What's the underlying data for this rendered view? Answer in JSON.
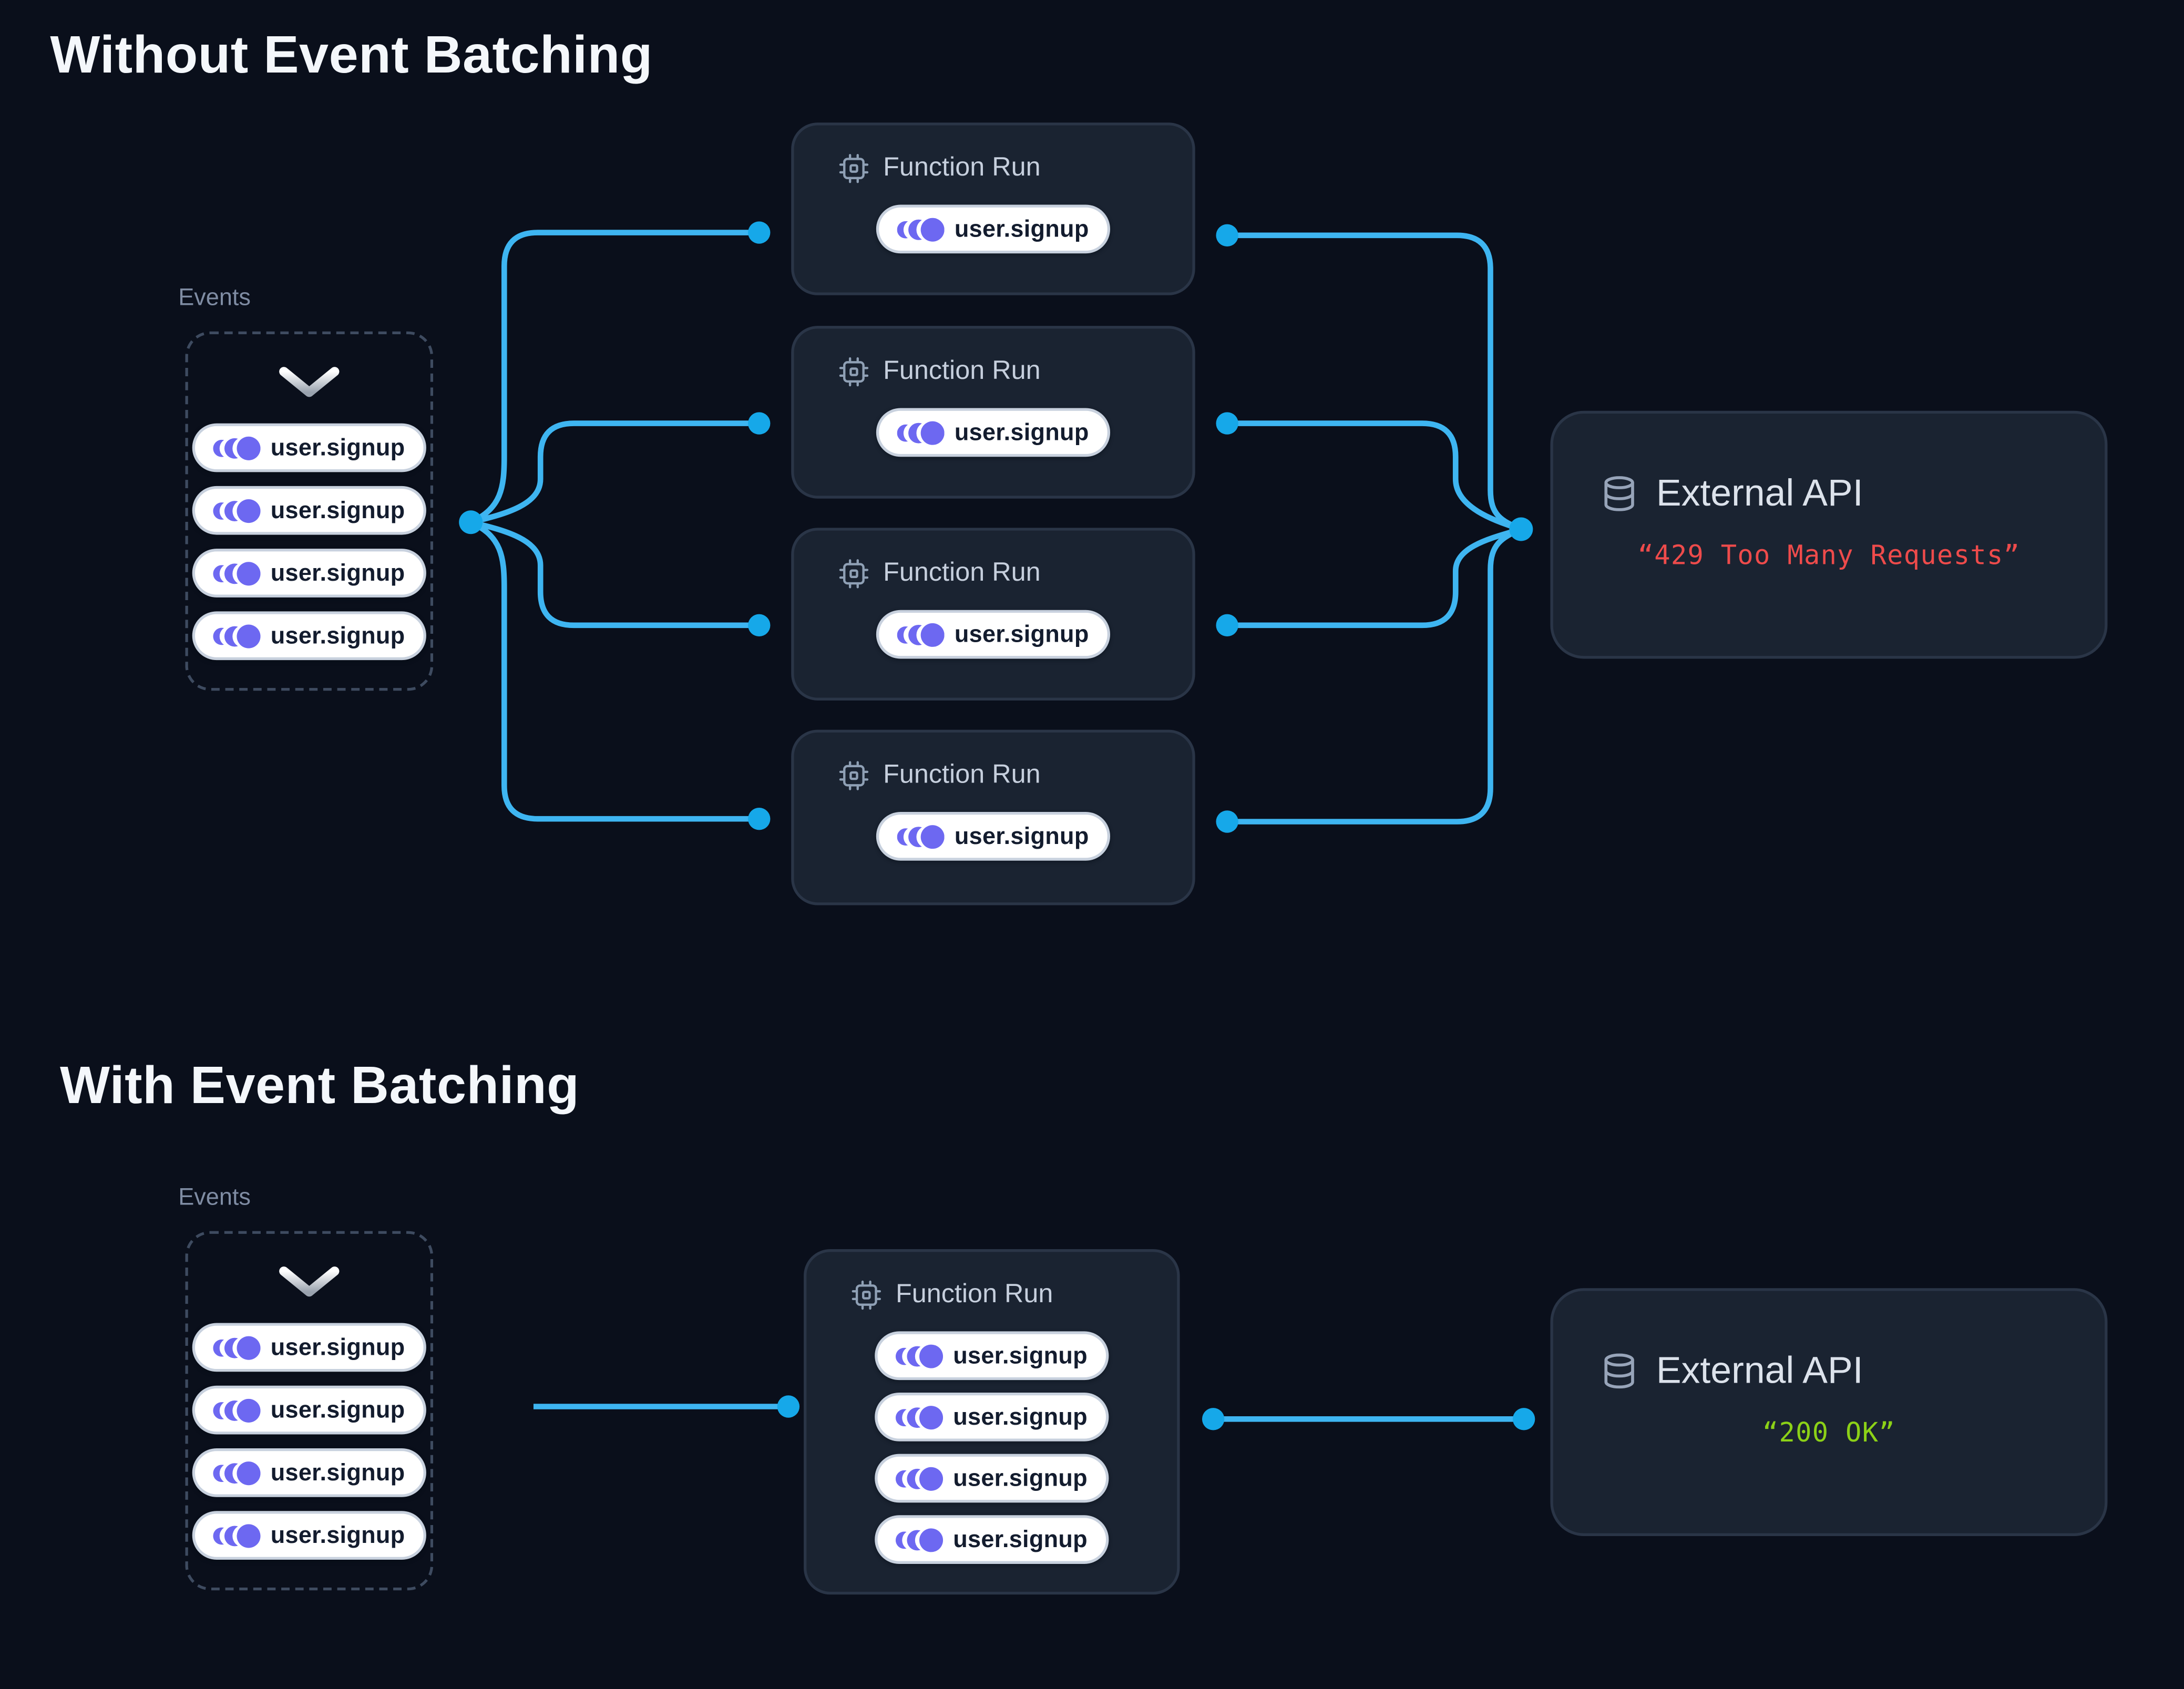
{
  "colors": {
    "background": "#0a0f1b",
    "card_background": "#1a2331",
    "card_border": "#2a3547",
    "connector_line": "#3eb5f1",
    "connector_dot": "#16a8e9",
    "event_icon_indigo": "#6d68f1",
    "pill_background": "#ffffff",
    "pill_text": "#131c2e",
    "error_status": "#ee4b4b",
    "success_status": "#8cd117"
  },
  "sections": [
    {
      "title": "Without Event Batching",
      "events_label": "Events",
      "event_pills": [
        "user.signup",
        "user.signup",
        "user.signup",
        "user.signup"
      ],
      "function_runs": [
        {
          "label": "Function Run",
          "pills": [
            "user.signup"
          ]
        },
        {
          "label": "Function Run",
          "pills": [
            "user.signup"
          ]
        },
        {
          "label": "Function Run",
          "pills": [
            "user.signup"
          ]
        },
        {
          "label": "Function Run",
          "pills": [
            "user.signup"
          ]
        }
      ],
      "external_api": {
        "label": "External API",
        "status": "“429 Too Many Requests”"
      }
    },
    {
      "title": "With Event Batching",
      "events_label": "Events",
      "event_pills": [
        "user.signup",
        "user.signup",
        "user.signup",
        "user.signup"
      ],
      "function_runs": [
        {
          "label": "Function Run",
          "pills": [
            "user.signup",
            "user.signup",
            "user.signup",
            "user.signup"
          ]
        }
      ],
      "external_api": {
        "label": "External API",
        "status": "“200 OK”"
      }
    }
  ]
}
